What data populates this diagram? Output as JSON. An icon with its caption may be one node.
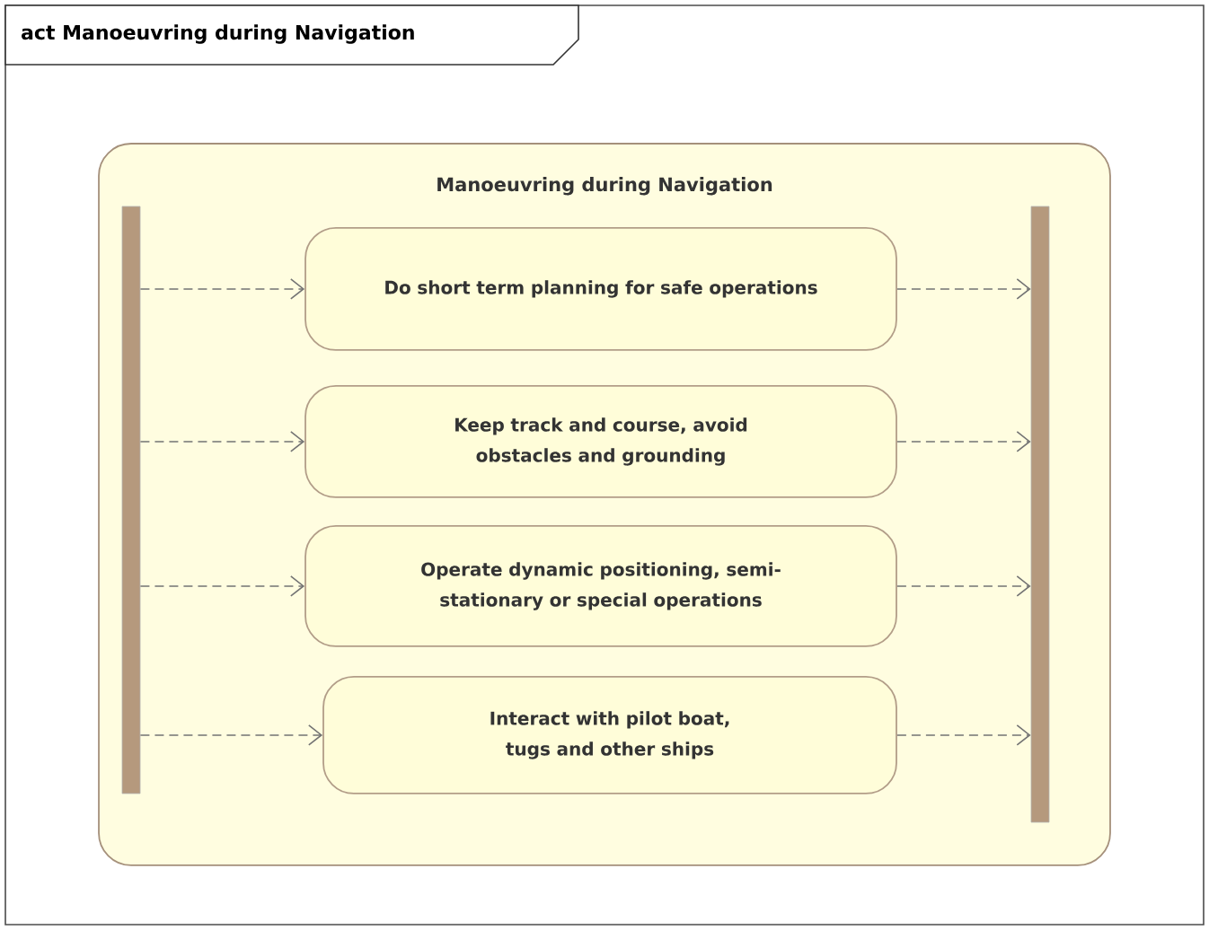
{
  "diagram": {
    "title": "act Manoeuvring during Navigation",
    "nodes": [
      {
        "text": [
          "Manoeuvring during Navigation"
        ]
      },
      {
        "text": [],
        "shape": "bar",
        "in": 0
      },
      {
        "text": [
          "Do short term planning for safe operations"
        ],
        "in": 0
      },
      {
        "text": [
          "Keep track and course, avoid obstacles and grounding"
        ],
        "in": 0
      },
      {
        "text": [
          "Operate dynamic positioning, semi-stationary or special operations"
        ],
        "in": 0
      },
      {
        "text": [
          "Interact with pilot boat, tugs and other ships"
        ],
        "in": 0
      },
      {
        "text": [],
        "shape": "bar",
        "in": 0
      }
    ],
    "edges": [
      {
        "from": 1,
        "to": 2,
        "arrow": "to",
        "style": "dashed"
      },
      {
        "from": 1,
        "to": 3,
        "arrow": "to",
        "style": "dashed"
      },
      {
        "from": 1,
        "to": 4,
        "arrow": "to",
        "style": "dashed"
      },
      {
        "from": 1,
        "to": 5,
        "arrow": "to",
        "style": "dashed"
      },
      {
        "from": 2,
        "to": 6,
        "arrow": "to",
        "style": "dashed"
      },
      {
        "from": 3,
        "to": 6,
        "arrow": "to",
        "style": "dashed"
      },
      {
        "from": 4,
        "to": 6,
        "arrow": "to",
        "style": "dashed"
      },
      {
        "from": 5,
        "to": 6,
        "arrow": "to",
        "style": "dashed"
      }
    ]
  }
}
